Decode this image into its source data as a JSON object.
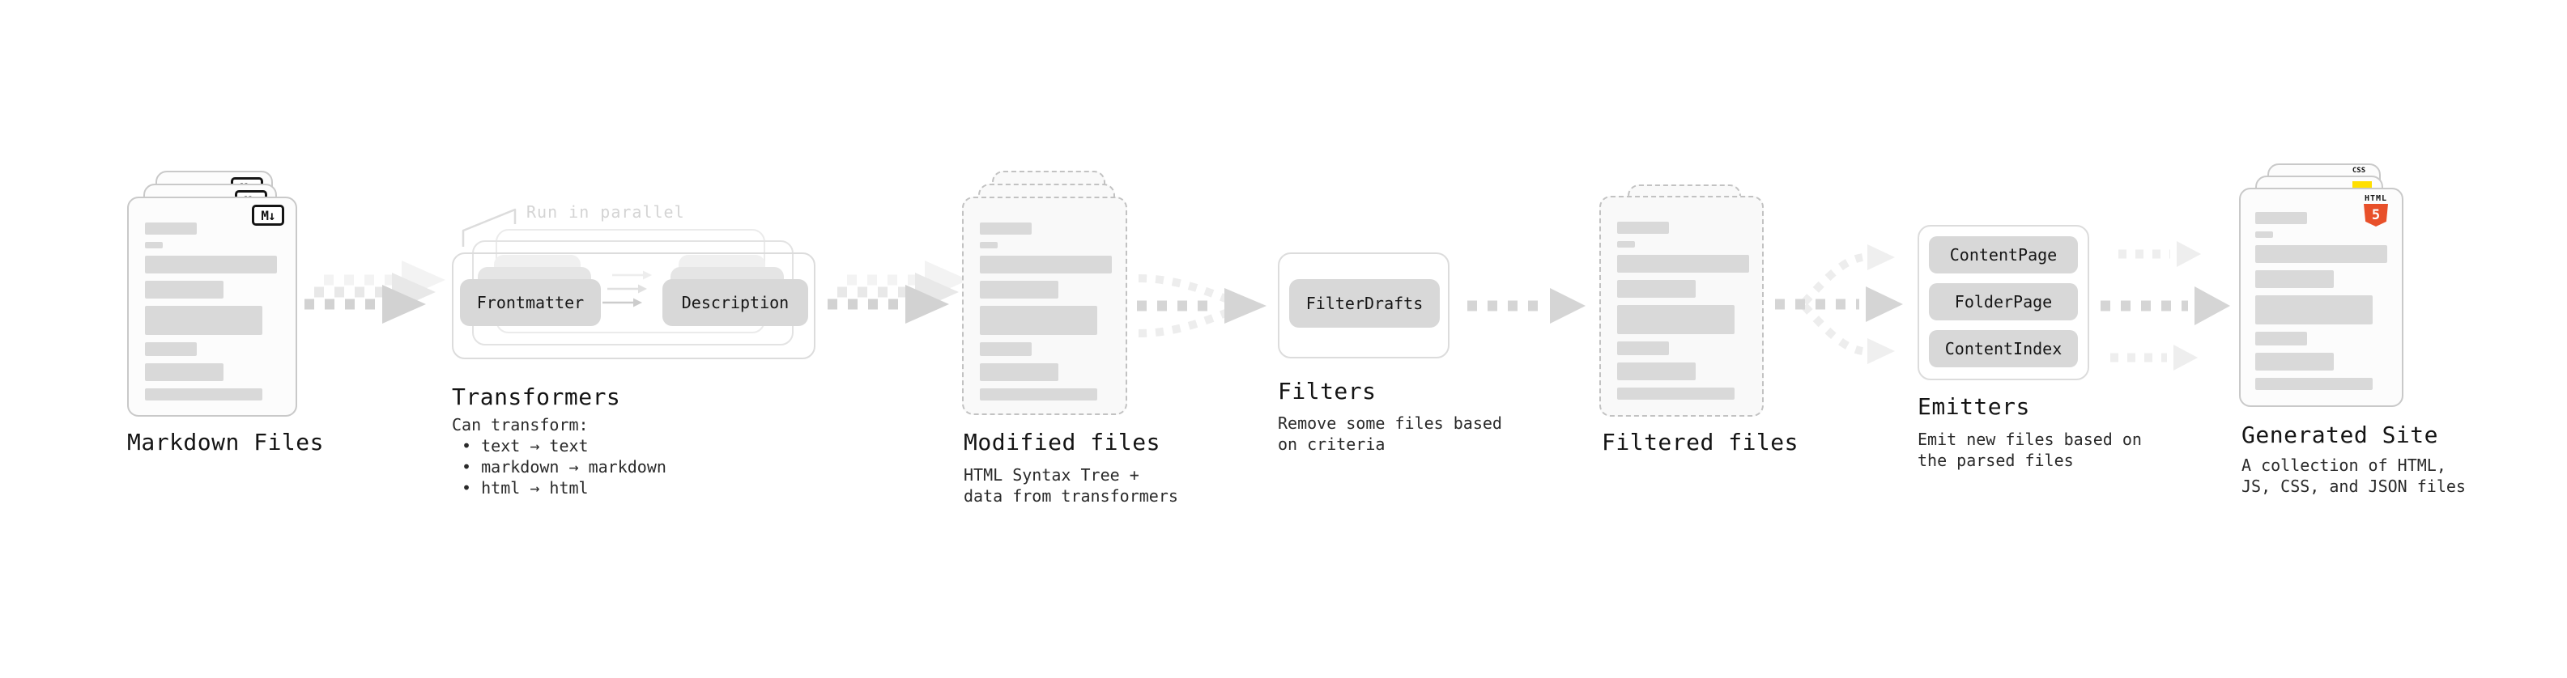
{
  "colors": {
    "html5": "#e8502a",
    "js": "#ffdf00",
    "css": "#2d5be8",
    "ink": "#141414"
  },
  "stages": {
    "markdown": {
      "label": "Markdown Files"
    },
    "transformers": {
      "label": "Transformers",
      "callout": "Run in parallel",
      "chip_left": "Frontmatter",
      "chip_right": "Description",
      "desc": "Can transform:\n • text → text\n • markdown → markdown\n • html → html"
    },
    "modified": {
      "label": "Modified files",
      "desc": "HTML Syntax Tree +\ndata from transformers"
    },
    "filters": {
      "label": "Filters",
      "chip": "FilterDrafts",
      "desc": "Remove some files based\non criteria"
    },
    "filtered": {
      "label": "Filtered files"
    },
    "emitters": {
      "label": "Emitters",
      "chips": [
        "ContentPage",
        "FolderPage",
        "ContentIndex"
      ],
      "desc": "Emit new files based on\nthe parsed files"
    },
    "generated": {
      "label": "Generated Site",
      "desc": "A collection of HTML,\nJS, CSS, and JSON files"
    }
  },
  "icons": {
    "markdown": "M↓",
    "html5_title": "HTML",
    "html5_glyph": "5",
    "css_title": "CSS"
  }
}
